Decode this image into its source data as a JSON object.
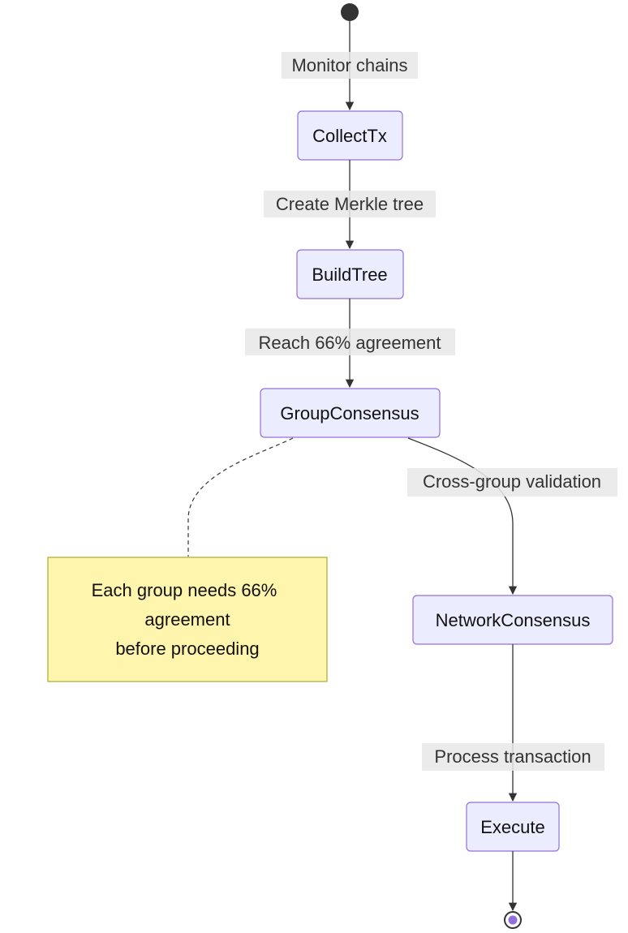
{
  "diagram": {
    "type": "state",
    "states": [
      {
        "id": "CollectTx",
        "label": "CollectTx"
      },
      {
        "id": "BuildTree",
        "label": "BuildTree"
      },
      {
        "id": "GroupConsensus",
        "label": "GroupConsensus"
      },
      {
        "id": "NetworkConsensus",
        "label": "NetworkConsensus"
      },
      {
        "id": "Execute",
        "label": "Execute"
      }
    ],
    "transitions": [
      {
        "from": "start",
        "to": "CollectTx",
        "label": "Monitor chains"
      },
      {
        "from": "CollectTx",
        "to": "BuildTree",
        "label": "Create Merkle tree"
      },
      {
        "from": "BuildTree",
        "to": "GroupConsensus",
        "label": "Reach 66% agreement"
      },
      {
        "from": "GroupConsensus",
        "to": "NetworkConsensus",
        "label": "Cross-group validation"
      },
      {
        "from": "NetworkConsensus",
        "to": "Execute",
        "label": "Process transaction"
      },
      {
        "from": "Execute",
        "to": "end",
        "label": ""
      }
    ],
    "note": {
      "attached_to": "GroupConsensus",
      "lines": [
        "Each group needs 66%",
        "agreement",
        "before proceeding"
      ]
    },
    "colors": {
      "state_fill": "#ECECFF",
      "state_stroke": "#9370DB",
      "note_fill": "#FFF5AD",
      "note_stroke": "#AAAA33",
      "edge": "#333333",
      "end_inner": "#9370DB"
    }
  }
}
